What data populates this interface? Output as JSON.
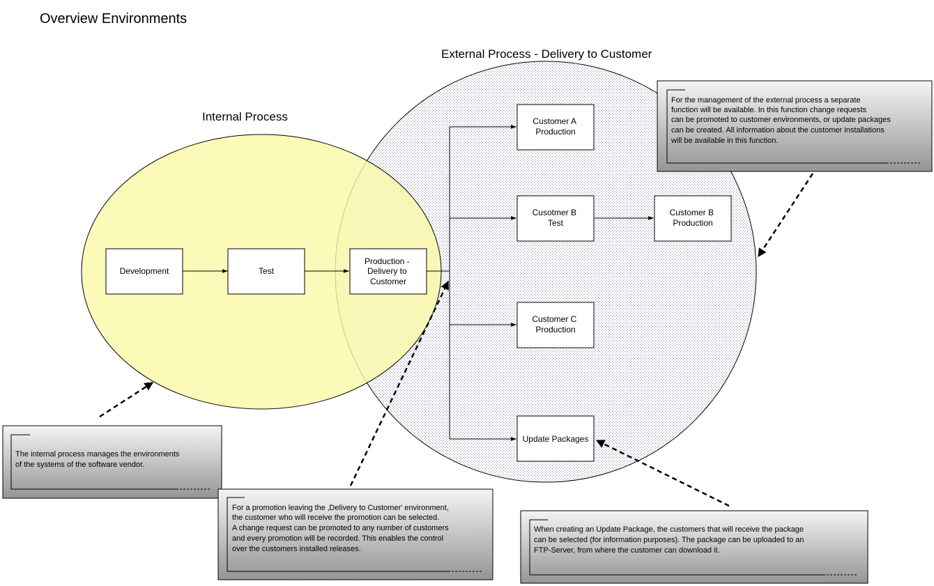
{
  "page_title": "Overview Environments",
  "regions": {
    "internal_label": "Internal Process",
    "external_label": "External Process - Delivery to Customer"
  },
  "boxes": {
    "development": [
      "Development"
    ],
    "test": [
      "Test"
    ],
    "production_delivery": [
      "Production -",
      "Delivery to",
      "Customer"
    ],
    "customer_a_production": [
      "Customer A",
      "Production"
    ],
    "customer_b_test": [
      "Cusotmer B",
      "Test"
    ],
    "customer_b_production": [
      "Customer B",
      "Production"
    ],
    "customer_c_production": [
      "Customer C",
      "Production"
    ],
    "update_packages": [
      "Update Packages"
    ]
  },
  "notes": {
    "external_function": [
      "For the management of the external process a separate",
      "function will be available. In this function change requests",
      "can be promoted to customer environments, or update packages",
      "can be created. All information about the customer installations",
      "will be available in this function."
    ],
    "internal_process": [
      "The internal process manages the environments",
      "of the systems of the software vendor."
    ],
    "promotion": [
      "For a promotion leaving the ‚Delivery to Customer' environment,",
      "the customer who will receive the promotion can be selected.",
      "A change request can be promoted to any number of customers",
      "and every promotion will be recorded. This enables the control",
      "over the customers installed releases."
    ],
    "update_package": [
      "When creating an Update Package, the customers that will receive the package",
      "can be selected (for information purposes). The package can be uploaded to an",
      "FTP-Server, from where the customer can download it."
    ]
  },
  "colors": {
    "internal_fill": "#fbf9a8",
    "external_pattern": "#8a8aa0",
    "note_light": "#f2f2f2",
    "note_dark": "#9a9a9a"
  }
}
